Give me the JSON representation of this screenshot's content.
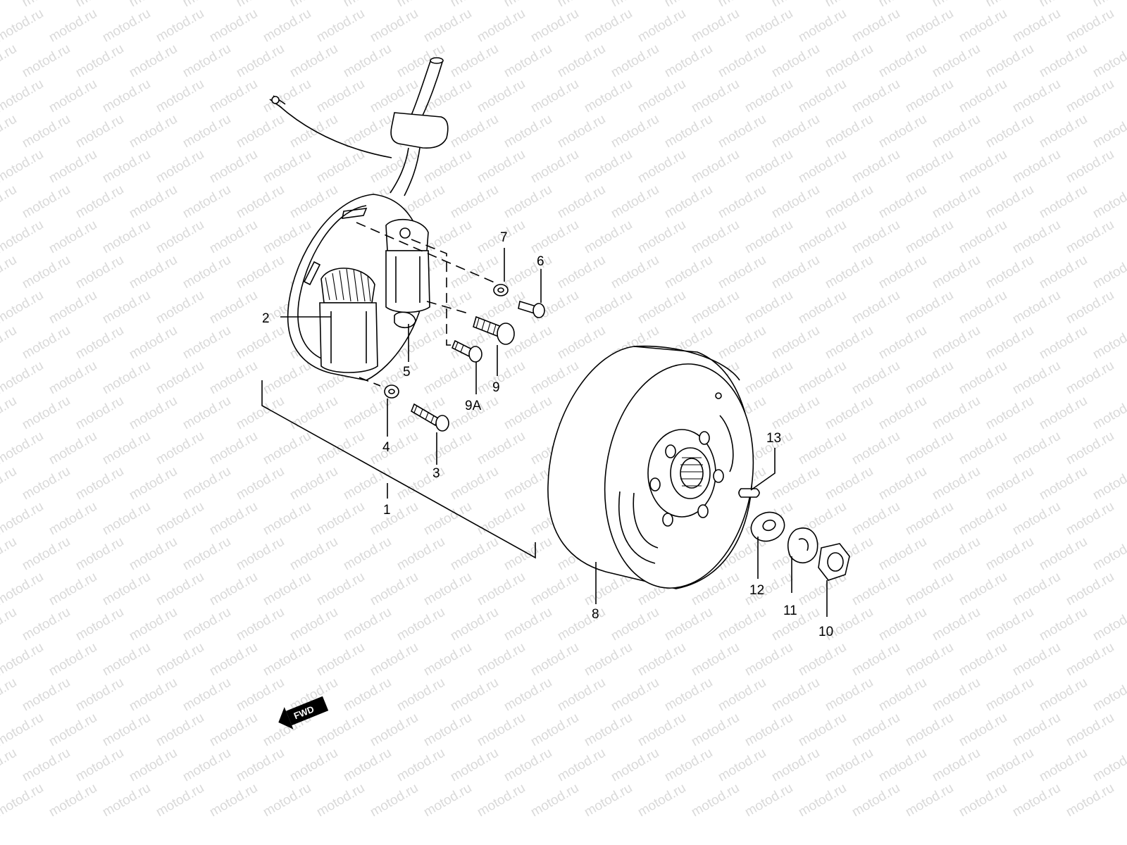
{
  "watermark": {
    "text": "motod.ru",
    "color": "#d9d9d9"
  },
  "fwd_badge": {
    "text": "FWD"
  },
  "callouts": [
    {
      "id": "1",
      "text": "1"
    },
    {
      "id": "2",
      "text": "2"
    },
    {
      "id": "3",
      "text": "3"
    },
    {
      "id": "4",
      "text": "4"
    },
    {
      "id": "5",
      "text": "5"
    },
    {
      "id": "6",
      "text": "6"
    },
    {
      "id": "7",
      "text": "7"
    },
    {
      "id": "8",
      "text": "8"
    },
    {
      "id": "9",
      "text": "9"
    },
    {
      "id": "9A",
      "text": "9A"
    },
    {
      "id": "10",
      "text": "10"
    },
    {
      "id": "11",
      "text": "11"
    },
    {
      "id": "12",
      "text": "12"
    },
    {
      "id": "13",
      "text": "13"
    }
  ]
}
